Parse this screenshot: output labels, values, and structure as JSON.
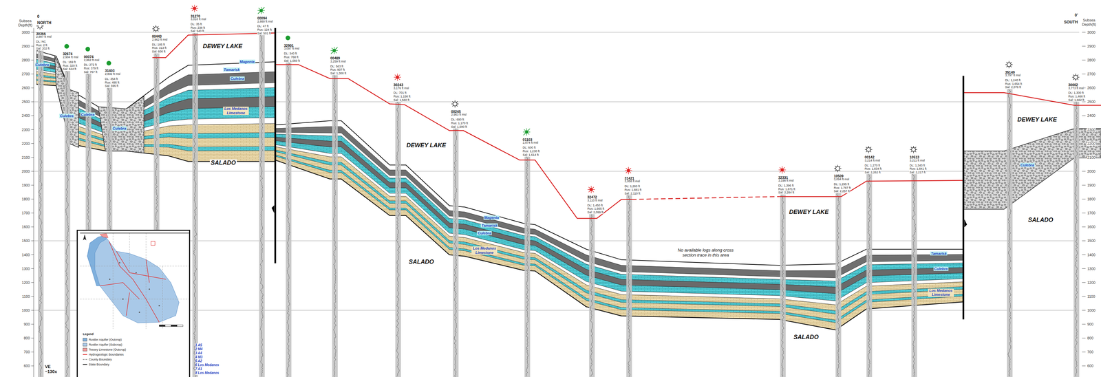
{
  "diagram": {
    "labels": [
      "Subsea Depth(ft)",
      "0",
      "NORTH",
      "3000",
      "2900",
      "2800",
      "2700",
      "2600",
      "2500",
      "2400",
      "2300",
      "2200",
      "2100",
      "2000",
      "1900",
      "1800",
      "1700",
      "1600",
      "1500",
      "1400",
      "1300",
      "1200",
      "1100",
      "1000",
      "900",
      "800",
      "700",
      "600",
      "Subsea Depth(ft)",
      "0'",
      "SOUTH",
      "3000",
      "2900",
      "2800",
      "2700",
      "2600",
      "2500",
      "2400",
      "2300",
      "2200",
      "2100",
      "2000",
      "1900",
      "1800",
      "1700",
      "1600",
      "1500",
      "1400",
      "1300",
      "1200",
      "1100",
      "1000",
      "900",
      "800",
      "700",
      "600",
      "30366",
      "2,887 ft msl",
      "DL: NC",
      "Rus: 2 ft",
      "Sal: 202 ft",
      "32674",
      "2,904 ft msl",
      "DL: 169 ft",
      "Rus: 320 ft",
      "Sal: 624 ft",
      "00074",
      "2,862 ft msl",
      "DL: 272 ft",
      "Rus: 379 ft",
      "Sal: 767 ft",
      "31403",
      "2,832 ft msl",
      "DL: 354 ft",
      "Rus: 495 ft",
      "Sal: 596 ft",
      "00443",
      "2,962 ft msl",
      "DL: 185 ft",
      "Rus: 313 ft",
      "Sal: 600 ft",
      "31270",
      "3,010 ft msl",
      "DL: 35 ft",
      "Rus: 238 ft",
      "Sal: 540 ft",
      "00094",
      "2,880 ft msl",
      "DL: 47 ft",
      "Rus: 124 ft",
      "Sal: 501 ft",
      "32901",
      "3,097 ft msl",
      "DL: 340 ft",
      "Rus: 768 ft",
      "Sal: 1,050 ft",
      "00489",
      "3,259 ft msl",
      "DL: 563 ft",
      "Rus: 807 ft",
      "Sal: 1,300 ft",
      "30243",
      "3,176 ft msl",
      "DL: 701 ft",
      "Rus: 1,158 ft",
      "Sal: 1,560 ft",
      "00245",
      "2,963 ft msl",
      "DL: 690 ft",
      "Rus: 1,170 ft",
      "Sal: 1,590 ft",
      "01103",
      "2,874 ft msl",
      "DL: 600 ft",
      "Rus: 1,230 ft",
      "Sal: 1,614 ft",
      "32472",
      "3,110 ft msl",
      "DL: 1,450 ft",
      "Rus: 1,665 ft",
      "Sal: 2,099 ft",
      "31421",
      "3,058 ft msl",
      "DL: 1,263 ft",
      "Rus: 1,881 ft",
      "Sal: 2,110 ft",
      "32331",
      "3,198 ft msl",
      "DL: 1,396 ft",
      "Rus: 1,871 ft",
      "Sal: 2,284 ft",
      "10509",
      "3,094 ft msl",
      "DL: 1,295 ft",
      "Rus: 1,787 ft",
      "Sal: 2,257 ft",
      "00142",
      "3,214 ft msl",
      "DL: 1,270 ft",
      "Rus: 1,834 ft",
      "Sal: 2,262 ft",
      "10513",
      "3,211 ft msl",
      "DL: 1,343 ft",
      "Rus: 1,841 ft",
      "Sal: 2,217 ft",
      "35149",
      "3,797 ft msl",
      "DL: 1,240 ft",
      "Rus: 1,654 ft",
      "Sal: 2,076 ft",
      "30002",
      "3,773 ft msl",
      "DL: 1,300 ft",
      "Rus: 1,468 ft",
      "Sal: 1,662 ft",
      "DEWEY LAKE",
      "SALADO",
      "Los Medanos Limestone",
      "Magenta",
      "Tamarisk",
      "Culebra",
      "Culebra",
      "Culebra",
      "Culebra",
      "Culebra",
      "DEWEY LAKE",
      "SALADO",
      "Magenta",
      "Tamarisk",
      "Culebra",
      "Los Medanos Limestone",
      "No available logs along cross section trace in this area",
      "DEWEY LAKE",
      "SALADO",
      "Tamarisk",
      "Culebra",
      "Los Medanos Limestone",
      "DEWEY LAKE",
      "SALADO",
      "Culebra",
      "VE ~130x",
      "Legend",
      "1 A5",
      "2 M4",
      "3 A4",
      "4 M3",
      "5 A2",
      "6 Los Medanos",
      "7 A1",
      "8 Los Medanos"
    ],
    "legend": [
      {
        "text": "Rustler Aquifer (Outcrop)",
        "color": "#7fb0dd"
      },
      {
        "text": "Rustler Aquifer (Subcrop)",
        "color": "#a9c9e8"
      },
      {
        "text": "Tessey Limestone (Outcrop)",
        "color": "#f19a9a"
      },
      {
        "text": "Hydrogeologic Boundaries"
      },
      {
        "text": "County Boundary"
      },
      {
        "text": "State Boundary"
      }
    ]
  }
}
